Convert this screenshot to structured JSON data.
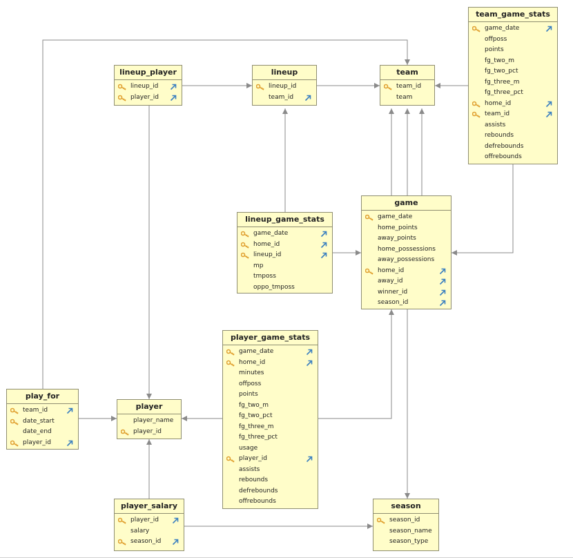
{
  "tables": {
    "team_game_stats": {
      "title": "team_game_stats",
      "columns": [
        {
          "name": "game_date",
          "pk": true,
          "fk": true
        },
        {
          "name": "offposs",
          "pk": false,
          "fk": false
        },
        {
          "name": "points",
          "pk": false,
          "fk": false
        },
        {
          "name": "fg_two_m",
          "pk": false,
          "fk": false
        },
        {
          "name": "fg_two_pct",
          "pk": false,
          "fk": false
        },
        {
          "name": "fg_three_m",
          "pk": false,
          "fk": false
        },
        {
          "name": "fg_three_pct",
          "pk": false,
          "fk": false
        },
        {
          "name": "home_id",
          "pk": true,
          "fk": true
        },
        {
          "name": "team_id",
          "pk": true,
          "fk": true
        },
        {
          "name": "assists",
          "pk": false,
          "fk": false
        },
        {
          "name": "rebounds",
          "pk": false,
          "fk": false
        },
        {
          "name": "defrebounds",
          "pk": false,
          "fk": false
        },
        {
          "name": "offrebounds",
          "pk": false,
          "fk": false
        }
      ]
    },
    "lineup_player": {
      "title": "lineup_player",
      "columns": [
        {
          "name": "lineup_id",
          "pk": true,
          "fk": true
        },
        {
          "name": "player_id",
          "pk": true,
          "fk": true
        }
      ]
    },
    "lineup": {
      "title": "lineup",
      "columns": [
        {
          "name": "lineup_id",
          "pk": true,
          "fk": false
        },
        {
          "name": "team_id",
          "pk": false,
          "fk": true
        }
      ]
    },
    "team": {
      "title": "team",
      "columns": [
        {
          "name": "team_id",
          "pk": true,
          "fk": false
        },
        {
          "name": "team",
          "pk": false,
          "fk": false
        }
      ]
    },
    "lineup_game_stats": {
      "title": "lineup_game_stats",
      "columns": [
        {
          "name": "game_date",
          "pk": true,
          "fk": true
        },
        {
          "name": "home_id",
          "pk": true,
          "fk": true
        },
        {
          "name": "lineup_id",
          "pk": true,
          "fk": true
        },
        {
          "name": "mp",
          "pk": false,
          "fk": false
        },
        {
          "name": "tmposs",
          "pk": false,
          "fk": false
        },
        {
          "name": "oppo_tmposs",
          "pk": false,
          "fk": false
        }
      ]
    },
    "game": {
      "title": "game",
      "columns": [
        {
          "name": "game_date",
          "pk": true,
          "fk": false
        },
        {
          "name": "home_points",
          "pk": false,
          "fk": false
        },
        {
          "name": "away_points",
          "pk": false,
          "fk": false
        },
        {
          "name": "home_possessions",
          "pk": false,
          "fk": false
        },
        {
          "name": "away_possessions",
          "pk": false,
          "fk": false
        },
        {
          "name": "home_id",
          "pk": true,
          "fk": true
        },
        {
          "name": "away_id",
          "pk": false,
          "fk": true
        },
        {
          "name": "winner_id",
          "pk": false,
          "fk": true
        },
        {
          "name": "season_id",
          "pk": false,
          "fk": true
        }
      ]
    },
    "player_game_stats": {
      "title": "player_game_stats",
      "columns": [
        {
          "name": "game_date",
          "pk": true,
          "fk": true
        },
        {
          "name": "home_id",
          "pk": true,
          "fk": true
        },
        {
          "name": "minutes",
          "pk": false,
          "fk": false
        },
        {
          "name": "offposs",
          "pk": false,
          "fk": false
        },
        {
          "name": "points",
          "pk": false,
          "fk": false
        },
        {
          "name": "fg_two_m",
          "pk": false,
          "fk": false
        },
        {
          "name": "fg_two_pct",
          "pk": false,
          "fk": false
        },
        {
          "name": "fg_three_m",
          "pk": false,
          "fk": false
        },
        {
          "name": "fg_three_pct",
          "pk": false,
          "fk": false
        },
        {
          "name": "usage",
          "pk": false,
          "fk": false
        },
        {
          "name": "player_id",
          "pk": true,
          "fk": true
        },
        {
          "name": "assists",
          "pk": false,
          "fk": false
        },
        {
          "name": "rebounds",
          "pk": false,
          "fk": false
        },
        {
          "name": "defrebounds",
          "pk": false,
          "fk": false
        },
        {
          "name": "offrebounds",
          "pk": false,
          "fk": false
        }
      ]
    },
    "play_for": {
      "title": "play_for",
      "columns": [
        {
          "name": "team_id",
          "pk": true,
          "fk": true
        },
        {
          "name": "date_start",
          "pk": true,
          "fk": false
        },
        {
          "name": "date_end",
          "pk": false,
          "fk": false
        },
        {
          "name": "player_id",
          "pk": true,
          "fk": true
        }
      ]
    },
    "player": {
      "title": "player",
      "columns": [
        {
          "name": "player_name",
          "pk": false,
          "fk": false
        },
        {
          "name": "player_id",
          "pk": true,
          "fk": false
        }
      ]
    },
    "player_salary": {
      "title": "player_salary",
      "columns": [
        {
          "name": "player_id",
          "pk": true,
          "fk": true
        },
        {
          "name": "salary",
          "pk": false,
          "fk": false
        },
        {
          "name": "season_id",
          "pk": true,
          "fk": true
        }
      ]
    },
    "season": {
      "title": "season",
      "columns": [
        {
          "name": "season_id",
          "pk": true,
          "fk": false
        },
        {
          "name": "season_name",
          "pk": false,
          "fk": false
        },
        {
          "name": "season_type",
          "pk": false,
          "fk": false
        }
      ]
    }
  },
  "colors": {
    "table_fill": "#fffdc9",
    "table_border": "#8e8d70",
    "edge": "#8a8a8a",
    "key_icon": "#e0a030",
    "fk_icon": "#3a7fc0"
  },
  "icons": {
    "primary_key": "key-icon",
    "foreign_key": "fk-arrow-icon"
  }
}
